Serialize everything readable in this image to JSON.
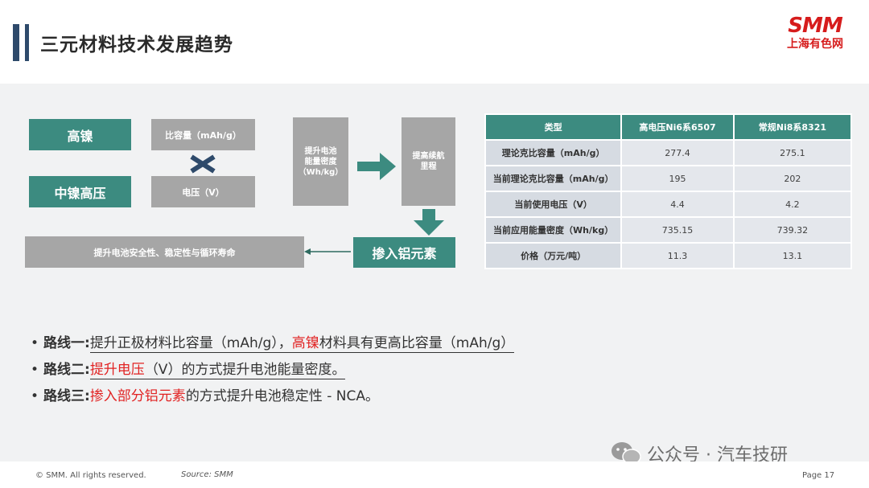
{
  "header": {
    "title": "三元材料技术发展趋势",
    "logo_top": "SMM",
    "logo_bottom": "上海有色网"
  },
  "diagram": {
    "high_nickel": "高镍",
    "mid_nickel_high_voltage": "中镍高压",
    "specific_capacity": "比容量（mAh/g）",
    "voltage": "电压（V）",
    "energy_density_lines": [
      "提升电池",
      "能量密度",
      "（Wh/kg）"
    ],
    "range_lines": [
      "提高续航",
      "里程"
    ],
    "aluminum_doping": "掺入铝元素",
    "safety_stability": "提升电池安全性、稳定性与循环寿命"
  },
  "table": {
    "headers": [
      "类型",
      "高电压Ni6系6507",
      "常规Ni8系8321"
    ],
    "rows": [
      {
        "label": "理论克比容量（mAh/g）",
        "a": "277.4",
        "b": "275.1"
      },
      {
        "label": "当前理论克比容量（mAh/g）",
        "a": "195",
        "b": "202"
      },
      {
        "label": "当前使用电压（V）",
        "a": "4.4",
        "b": "4.2"
      },
      {
        "label": "当前应用能量密度（Wh/kg）",
        "a": "735.15",
        "b": "739.32"
      },
      {
        "label": "价格（万元/吨）",
        "a": "11.3",
        "b": "13.1"
      }
    ]
  },
  "bullets": {
    "r1_label": "路线一:",
    "r1_pre": "提升正极材料比容量（mAh/g），",
    "r1_red": "高镍",
    "r1_post": "材料具有更高比容量（mAh/g）",
    "r2_label": "路线二:",
    "r2_red": "提升电压",
    "r2_post": "（V）的方式提升电池能量密度。",
    "r3_label": "路线三:",
    "r3_red": "掺入部分铝元素",
    "r3_post": "的方式提升电池稳定性 - NCA。"
  },
  "footer": {
    "copyright": "© SMM. All rights reserved.",
    "source": "Source: SMM",
    "page": "Page 17"
  },
  "watermark": {
    "text": "公众号 · 汽车技研"
  },
  "colors": {
    "accent_green": "#3c8b80",
    "gray_box": "#a6a6a6",
    "highlight_red": "#e12222",
    "logo_red": "#d61c1c"
  }
}
